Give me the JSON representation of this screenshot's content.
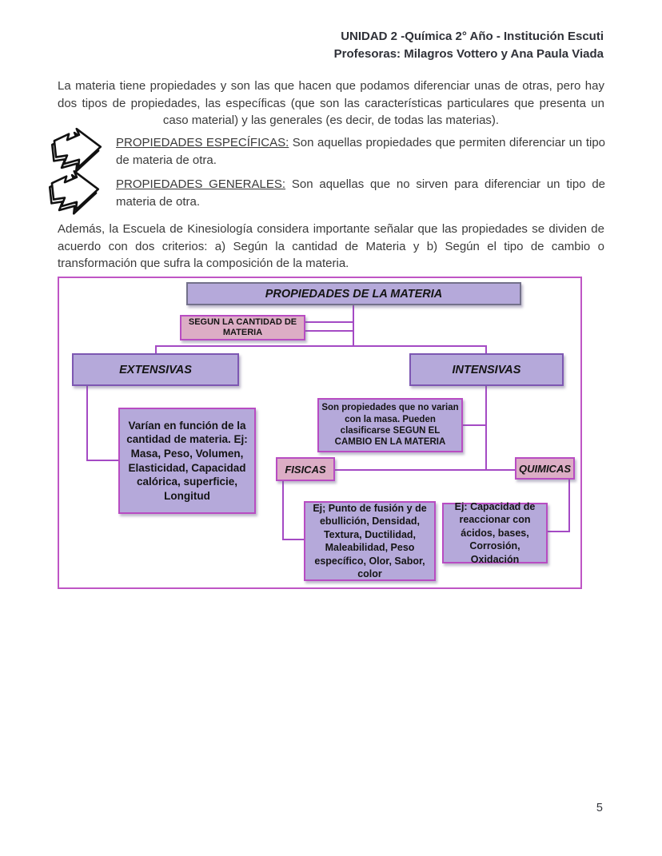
{
  "header": {
    "line1": "UNIDAD 2 -Química 2° Año - Institución Escuti",
    "line2": "Profesoras: Milagros Vottero y Ana Paula Viada"
  },
  "intro_paragraph": "La materia tiene propiedades y son las que hacen que podamos diferenciar unas de otras, pero hay dos tipos de propiedades, las específicas (que son las características particulares que presenta un caso material) y las generales (es decir, de todas las materias).",
  "bullets": [
    {
      "icon": "arrow-3d-icon",
      "label": "PROPIEDADES ESPECÍFICAS:",
      "text": " Son aquellas propiedades que permiten diferenciar un tipo de materia de otra."
    },
    {
      "icon": "arrow-3d-icon",
      "label": "PROPIEDADES GENERALES:",
      "text": " Son aquellas que no sirven para diferenciar un tipo de materia de otra."
    }
  ],
  "second_paragraph": "Además, la Escuela de Kinesiología considera importante señalar que las propiedades se dividen de acuerdo con dos criterios: a) Según la cantidad de Materia y b) Según el tipo de cambio o transformación que sufra la composición de la materia.",
  "diagram": {
    "title": "PROPIEDADES DE LA MATERIA",
    "criterion": "SEGUN LA CANTIDAD DE MATERIA",
    "extensivas_label": "EXTENSIVAS",
    "extensivas_description": "Varían en función de la cantidad de materia. Ej: Masa, Peso, Volumen, Elasticidad, Capacidad calórica, superficie, Longitud",
    "intensivas_label": "INTENSIVAS",
    "intensivas_description": "Son propiedades que no varian con la masa. Pueden clasificarse SEGUN EL CAMBIO EN LA MATERIA",
    "fisicas_label": "FISICAS",
    "fisicas_examples": "Ej; Punto de fusión y de ebullición, Densidad, Textura, Ductilidad, Maleabilidad, Peso específico, Olor, Sabor, color",
    "quimicas_label": "QUIMICAS",
    "quimicas_examples": "Ej: Capacidad de reaccionar con ácidos, bases, Corrosión, Oxidación"
  },
  "colors": {
    "purple_fill": "#b5a9da",
    "purple_border": "#7d57b2",
    "pink_fill": "#dcadc5",
    "magenta_border": "#b84cc2",
    "line": "#a44ac4",
    "frame_border": "#bf55c5",
    "title_border": "#73718a"
  },
  "page_number": "5"
}
